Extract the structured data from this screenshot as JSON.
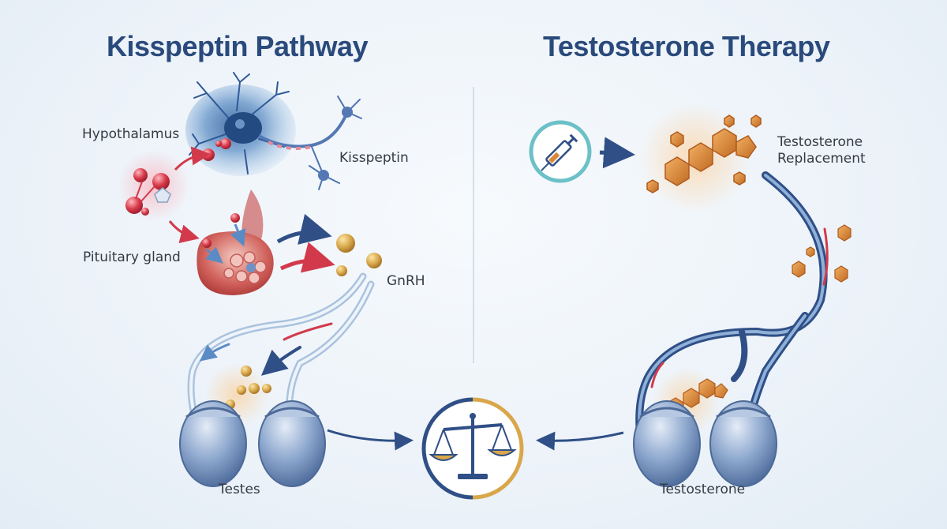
{
  "titles": {
    "left": "Kisspeptin Pathway",
    "right": "Testosterone Therapy"
  },
  "labels": {
    "hypothalamus": "Hypothalamus",
    "kisspeptin": "Kisspeptin",
    "pituitary": "Pituitary gland",
    "gnrh": "GnRH",
    "testes": "Testes",
    "replacement_line1": "Testosterone",
    "replacement_line2": "Replacement",
    "testosterone": "Testosterone"
  },
  "icons": {
    "neuron": "neuron-icon",
    "kisspeptin_molecule": "kisspeptin-molecule-icon",
    "pituitary": "pituitary-gland-icon",
    "hormone_spheres": "hormone-sphere-icon",
    "testes": "testes-icon",
    "syringe": "syringe-icon",
    "steroid": "steroid-molecule-icon",
    "balance": "balance-scale-icon"
  },
  "colors": {
    "title": "#2a4a7c",
    "navy": "#2f4f86",
    "red": "#d23a4c",
    "gold": "#d9a74a",
    "orange": "#d9883a",
    "teal": "#6cc0c8",
    "testis": "#8fa9cf"
  }
}
